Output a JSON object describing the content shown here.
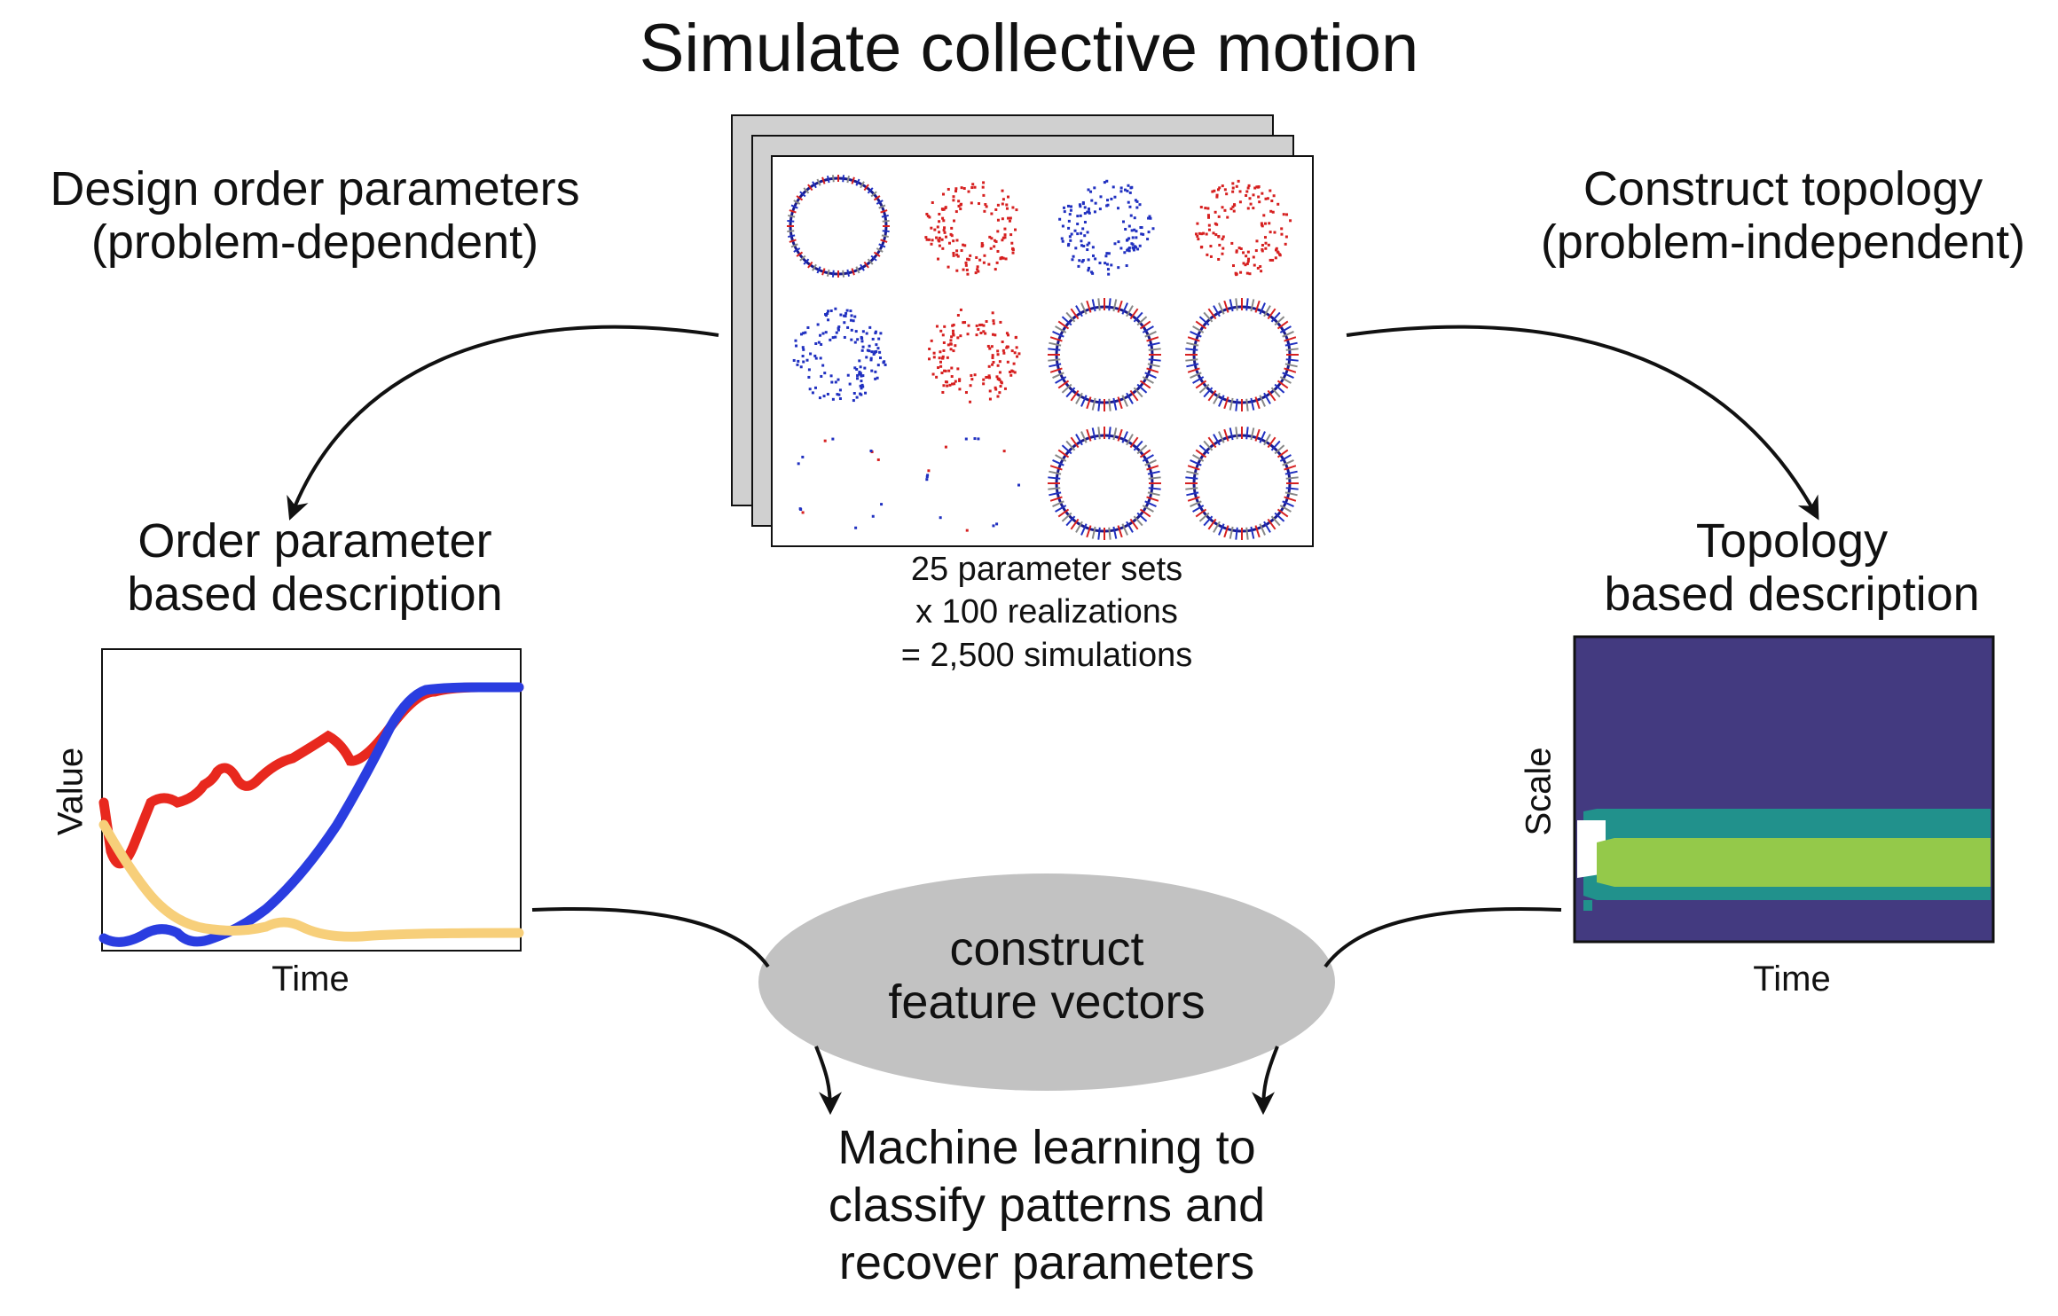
{
  "title": "Simulate collective motion",
  "left_step": {
    "line1": "Design order parameters",
    "line2": "(problem-dependent)"
  },
  "right_step": {
    "line1": "Construct topology",
    "line2": "(problem-independent)"
  },
  "simulations": {
    "caption_line1": "25 parameter sets",
    "caption_line2": "x 100 realizations",
    "caption_line3": "= 2,500 simulations"
  },
  "order_parameter": {
    "title_line1": "Order parameter",
    "title_line2": "based description",
    "xlabel": "Time",
    "ylabel": "Value",
    "colors": {
      "red": "#e8281e",
      "blue": "#2a3de0",
      "yellow": "#f7cf7a"
    }
  },
  "topology": {
    "title_line1": "Topology",
    "title_line2": "based description",
    "xlabel": "Time",
    "ylabel": "Scale",
    "colors": {
      "background": "#433a80",
      "teal": "#21918c",
      "green": "#94c94a"
    }
  },
  "feature_node": {
    "line1": "construct",
    "line2": "feature vectors",
    "color": "#c2c2c2"
  },
  "outcome": {
    "line1": "Machine learning to",
    "line2": "classify patterns and",
    "line3": "recover parameters"
  }
}
